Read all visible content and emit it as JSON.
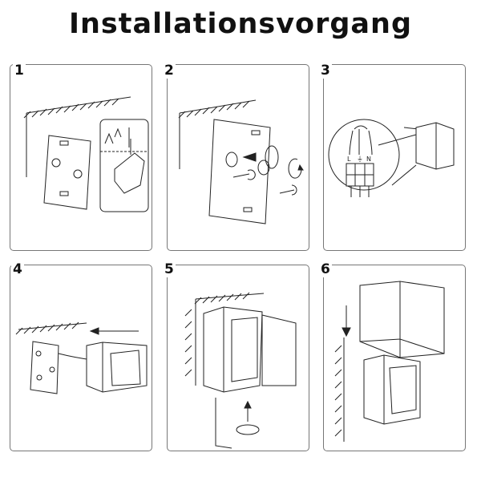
{
  "title": "Installationsvorgang",
  "steps": [
    {
      "number": "1"
    },
    {
      "number": "2"
    },
    {
      "number": "3",
      "terminal_labels": [
        "L",
        "⏚",
        "N"
      ]
    },
    {
      "number": "4"
    },
    {
      "number": "5"
    },
    {
      "number": "6"
    }
  ]
}
